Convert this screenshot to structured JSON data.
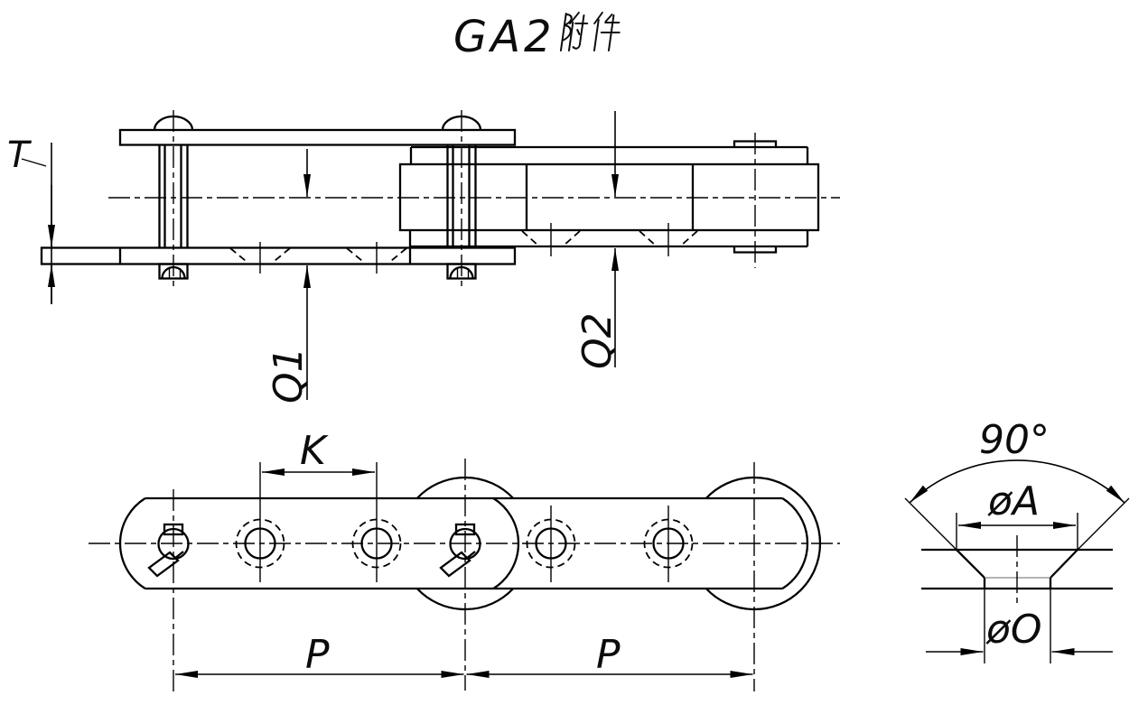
{
  "title": {
    "full": "GA2附件",
    "latin": "GA2",
    "cjk": "附件"
  },
  "colors": {
    "line": "#000000",
    "background": "#ffffff"
  },
  "views": {
    "side_view": {
      "labels": {
        "thickness": "T",
        "q1": "Q1",
        "q2": "Q2"
      }
    },
    "plan_view": {
      "labels": {
        "hole_spacing": "K",
        "pitch": "P"
      }
    },
    "hole_detail": {
      "labels": {
        "angle": "90°",
        "countersink_diameter": "øA",
        "hole_diameter": "øO"
      }
    }
  }
}
